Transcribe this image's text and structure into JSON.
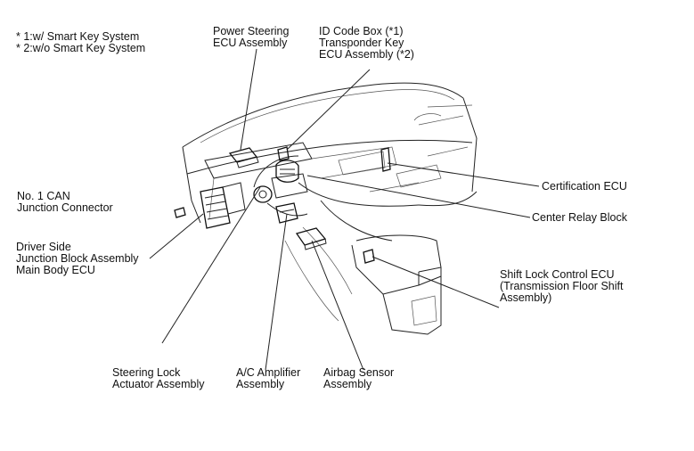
{
  "notes": {
    "note1": "* 1:w/ Smart Key System",
    "note2": "* 2:w/o Smart Key System"
  },
  "labels": {
    "power_steering": [
      "Power Steering",
      "ECU Assembly"
    ],
    "id_code_box": [
      "ID Code Box (*1)",
      "Transponder Key",
      "ECU Assembly (*2)"
    ],
    "can_junction": [
      "No. 1 CAN",
      "Junction Connector"
    ],
    "driver_side": [
      "Driver Side",
      "Junction Block Assembly",
      "Main Body ECU"
    ],
    "certification": [
      "Certification ECU"
    ],
    "center_relay": [
      "Center Relay Block"
    ],
    "shift_lock": [
      "Shift Lock Control ECU",
      "(Transmission Floor Shift",
      "Assembly)"
    ],
    "steering_lock": [
      "Steering Lock",
      "Actuator Assembly"
    ],
    "ac_amplifier": [
      "A/C Amplifier",
      "Assembly"
    ],
    "airbag_sensor": [
      "Airbag Sensor",
      "Assembly"
    ]
  }
}
